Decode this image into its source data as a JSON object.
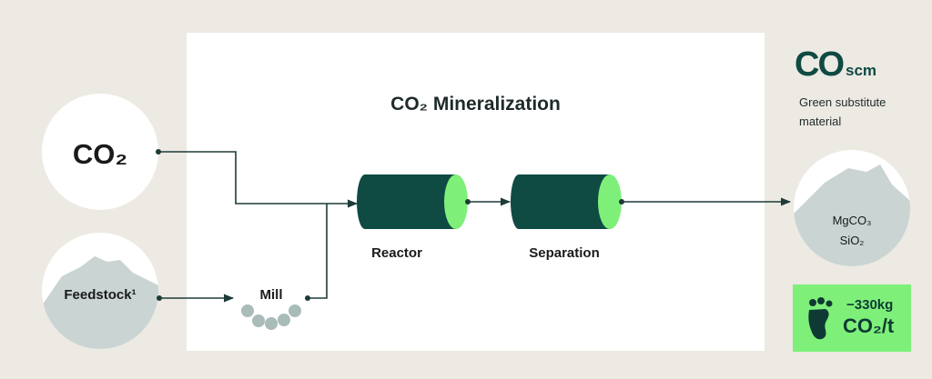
{
  "diagram": {
    "title": "CO₂ Mineralization",
    "inputs": {
      "co2": "CO₂",
      "feedstock": "Feedstock¹"
    },
    "steps": {
      "mill": "Mill",
      "reactor": "Reactor",
      "separation": "Separation"
    },
    "product": {
      "line1": "MgCO₃",
      "line2": "SiO₂"
    }
  },
  "brand": {
    "logo_main": "CO",
    "logo_sub": "scm",
    "tagline": "Green substitute material"
  },
  "badge": {
    "line1": "−330kg",
    "line2": "CO₂/t",
    "icon": "footprint-icon"
  },
  "colors": {
    "accent_green": "#7ef07a",
    "dark_teal": "#0f4a43",
    "feedstock_gray": "#c9d4d3",
    "background": "#ede9e3"
  }
}
